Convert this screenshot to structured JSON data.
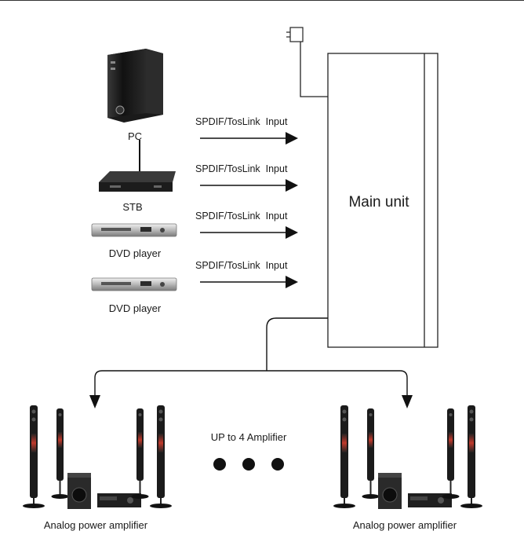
{
  "diagram": {
    "main_unit": {
      "label": "Main unit"
    },
    "sources": [
      {
        "label": "PC",
        "device": "pc-tower"
      },
      {
        "label": "STB",
        "device": "set-top-box"
      },
      {
        "label": "DVD player",
        "device": "dvd-player"
      },
      {
        "label": "DVD player",
        "device": "dvd-player"
      }
    ],
    "inputs": [
      {
        "label": "SPDIF/TosLink  Input"
      },
      {
        "label": "SPDIF/TosLink  Input"
      },
      {
        "label": "SPDIF/TosLink  Input"
      },
      {
        "label": "SPDIF/TosLink  Input"
      }
    ],
    "outputs": [
      {
        "label": "Analog power amplifier",
        "device": "home-theater-speakers"
      },
      {
        "label": "Analog power amplifier",
        "device": "home-theater-speakers"
      }
    ],
    "amplifier_note": "UP to 4 Amplifier",
    "power_icon": "power-plug-icon"
  }
}
